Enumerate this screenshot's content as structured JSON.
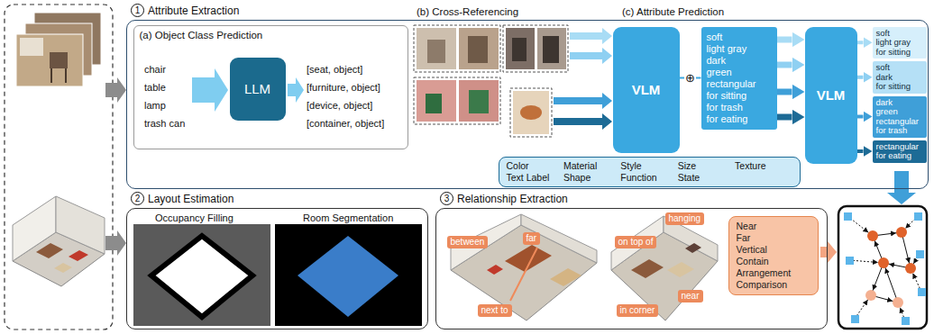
{
  "diagram": {
    "nodes": [
      {
        "text": [
          "1",
          "Attribute Extraction"
        ]
      },
      {
        "text": [
          "(a) Object Class Prediction"
        ],
        "in": 0
      },
      {
        "text": [
          "LLM"
        ],
        "in": 1
      },
      {
        "text": [
          "VLM"
        ],
        "in": 0
      },
      {
        "text": [
          "soft",
          "light gray",
          "dark",
          "green",
          "rectangular",
          "for sitting",
          "for trash",
          "for eating"
        ],
        "in": 0
      },
      {
        "text": [
          "VLM"
        ],
        "in": 0
      },
      {
        "text": [
          "soft",
          "light gray",
          "for sitting"
        ],
        "in": 0
      },
      {
        "text": [
          "soft",
          "dark",
          "for sitting"
        ],
        "in": 0
      },
      {
        "text": [
          "dark",
          "green",
          "rectangular",
          "for trash"
        ],
        "in": 0
      },
      {
        "text": [
          "rectangular",
          "for eating"
        ],
        "in": 0
      },
      {
        "text": [
          "Color",
          "Material",
          "Style",
          "Size",
          "Texture",
          "Text Label",
          "Shape",
          "Function",
          "State"
        ],
        "in": 0
      },
      {
        "text": [
          "2",
          "Layout Estimation"
        ]
      },
      {
        "text": [
          "3",
          "Relationship Extraction"
        ]
      },
      {
        "text": [
          "between"
        ],
        "in": 12
      },
      {
        "text": [
          "far"
        ],
        "in": 12
      },
      {
        "text": [
          "next to"
        ],
        "in": 12
      },
      {
        "text": [
          "hanging"
        ],
        "in": 12
      },
      {
        "text": [
          "on top of"
        ],
        "in": 12
      },
      {
        "text": [
          "in corner"
        ],
        "in": 12
      },
      {
        "text": [
          "near"
        ],
        "in": 12
      },
      {
        "text": [
          "Near",
          "Far",
          "Vertical",
          "Contain",
          "Arrangement",
          "Comparison"
        ],
        "in": 12
      }
    ],
    "edges": [
      {
        "from": 3,
        "to": 4,
        "label": "⊕",
        "arrow": "none"
      },
      {
        "from": 4,
        "to": 5,
        "arrow": "to"
      },
      {
        "from": 4,
        "to": 5,
        "arrow": "to"
      },
      {
        "from": 4,
        "to": 5,
        "arrow": "to"
      },
      {
        "from": 4,
        "to": 5,
        "arrow": "to"
      },
      {
        "from": 5,
        "to": 6,
        "arrow": "to"
      },
      {
        "from": 5,
        "to": 7,
        "arrow": "to"
      },
      {
        "from": 5,
        "to": 8,
        "arrow": "to"
      },
      {
        "from": 5,
        "to": 9,
        "arrow": "to"
      }
    ],
    "labels": [
      "(b) Cross-Referencing",
      "(c) Attribute Prediction",
      "chair",
      "table",
      "lamp",
      "trash can",
      "[seat, object]",
      "[furniture, object]",
      "[device, object]",
      "[container, object]",
      "Occupancy Filling",
      "Room Segmentation"
    ]
  }
}
